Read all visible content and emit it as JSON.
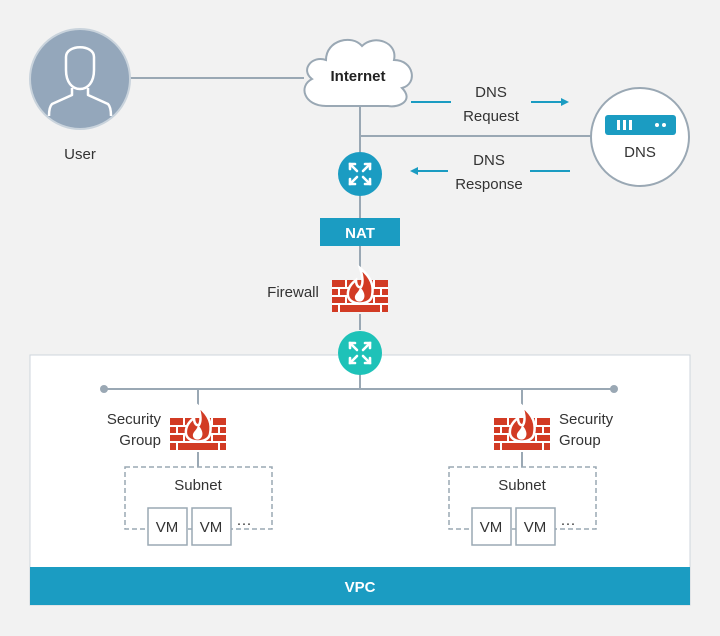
{
  "nodes": {
    "user": "User",
    "internet": "Internet",
    "dns": "DNS",
    "nat": "NAT",
    "firewall": "Firewall",
    "vpc": "VPC"
  },
  "dns_request": {
    "line1": "DNS",
    "line2": "Request"
  },
  "dns_response": {
    "line1": "DNS",
    "line2": "Response"
  },
  "security_groups": [
    {
      "line1": "Security",
      "line2": "Group",
      "subnet": "Subnet",
      "vms": [
        "VM",
        "VM"
      ],
      "more": "···"
    },
    {
      "line1": "Security",
      "line2": "Group",
      "subnet": "Subnet",
      "vms": [
        "VM",
        "VM"
      ],
      "more": "···"
    }
  ],
  "colors": {
    "teal": "#1b9cc2",
    "router_green": "#1ec2b8",
    "firewall_red": "#d23b24",
    "line": "#9aa8b4",
    "user_circle": "#94a7bb"
  }
}
